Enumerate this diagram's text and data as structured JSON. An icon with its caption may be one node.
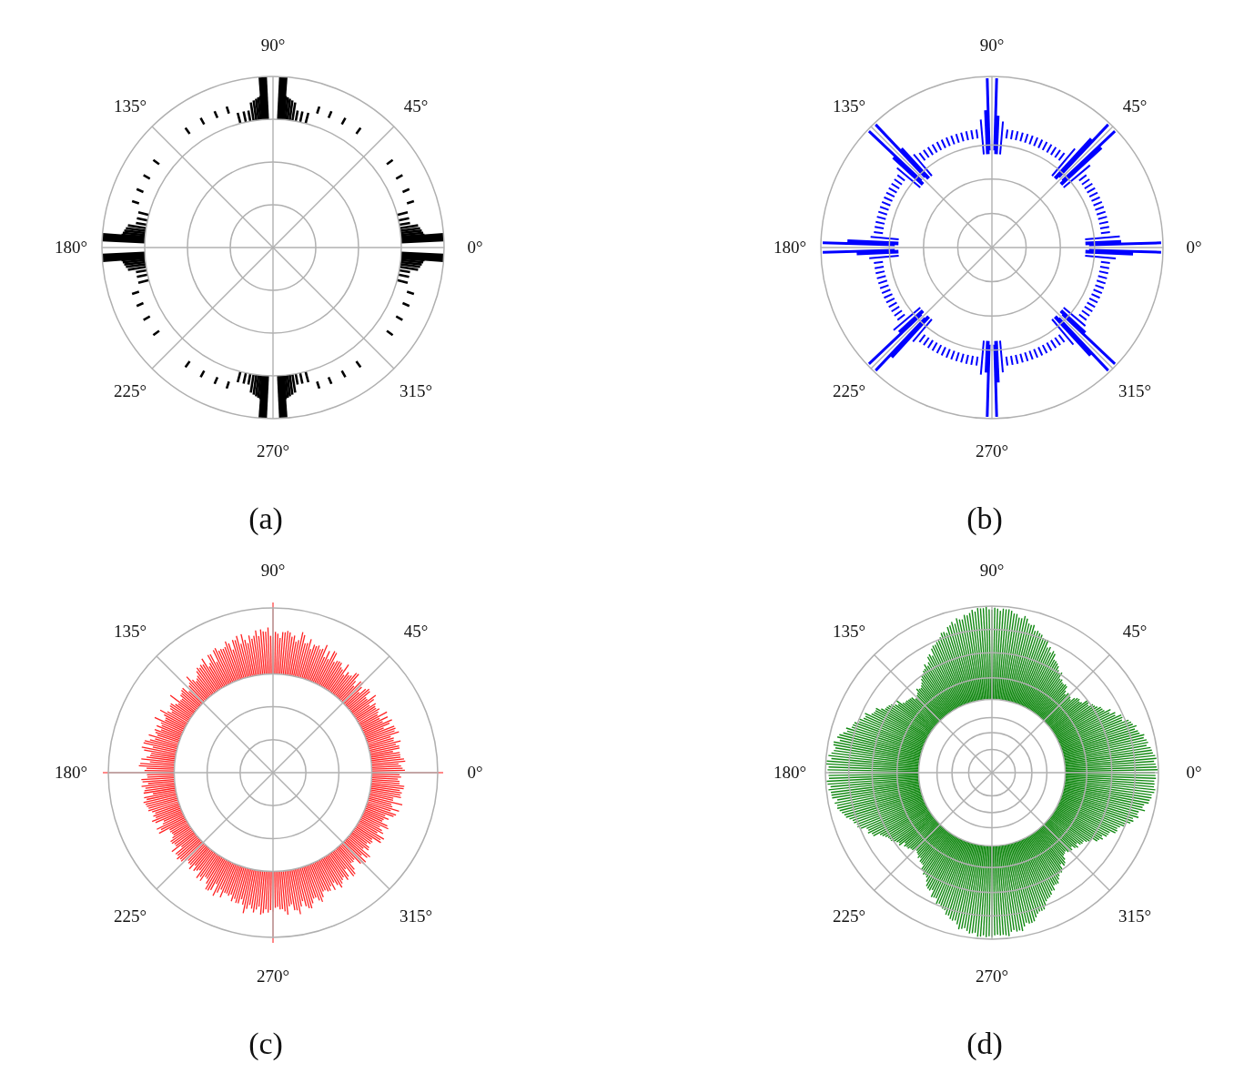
{
  "diagram": {
    "labels": [
      "90°",
      "135°",
      "45°",
      "180°",
      "0°",
      "225°",
      "315°",
      "270°",
      "(a)",
      "90°",
      "135°",
      "45°",
      "180°",
      "0°",
      "225°",
      "315°",
      "270°",
      "(b)",
      "90°",
      "135°",
      "45°",
      "180°",
      "0°",
      "225°",
      "315°",
      "270°",
      "(c)",
      "90°",
      "135°",
      "45°",
      "180°",
      "0°",
      "225°",
      "315°",
      "270°",
      "(d)"
    ]
  }
}
